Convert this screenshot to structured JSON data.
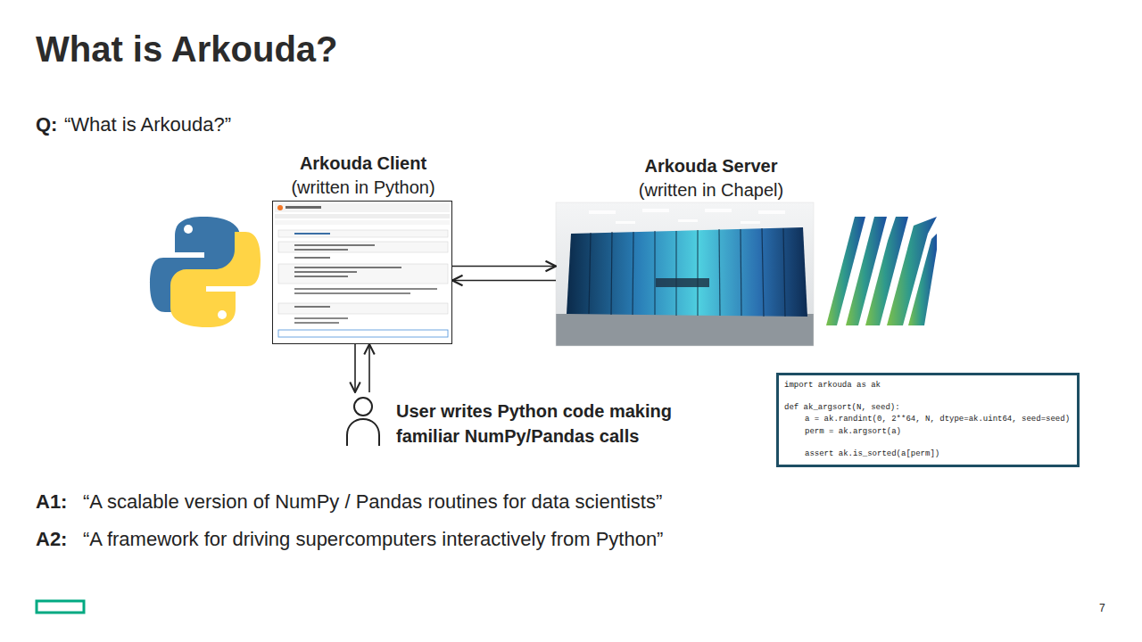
{
  "diagram": {
    "title": "What is Arkouda?",
    "nodes": [
      {
        "text": [
          "Arkouda Client",
          "(written in Python)"
        ]
      },
      {
        "text": [
          "Arkouda Server",
          "(written in Chapel)"
        ]
      },
      {
        "text": [
          "User writes Python code making familiar NumPy/Pandas calls"
        ]
      },
      {
        "text": [
          "import arkouda as ak",
          "def ak_argsort(N, seed):",
          "a = ak.randint(0, 2**64, N, dtype=ak.uint64, seed=seed)",
          "perm = ak.argsort(a)",
          "assert ak.is_sorted(a[perm])"
        ]
      }
    ],
    "edges": [
      {
        "from": 0,
        "to": 1,
        "arrow": "both"
      },
      {
        "from": 0,
        "to": 2,
        "arrow": "both"
      }
    ],
    "labels": [
      "Q:",
      "“What is Arkouda?”",
      "A1:",
      "“A scalable version of NumPy / Pandas routines for data scientists”",
      "A2:",
      "“A framework for driving supercomputers interactively from Python”",
      "7"
    ]
  }
}
